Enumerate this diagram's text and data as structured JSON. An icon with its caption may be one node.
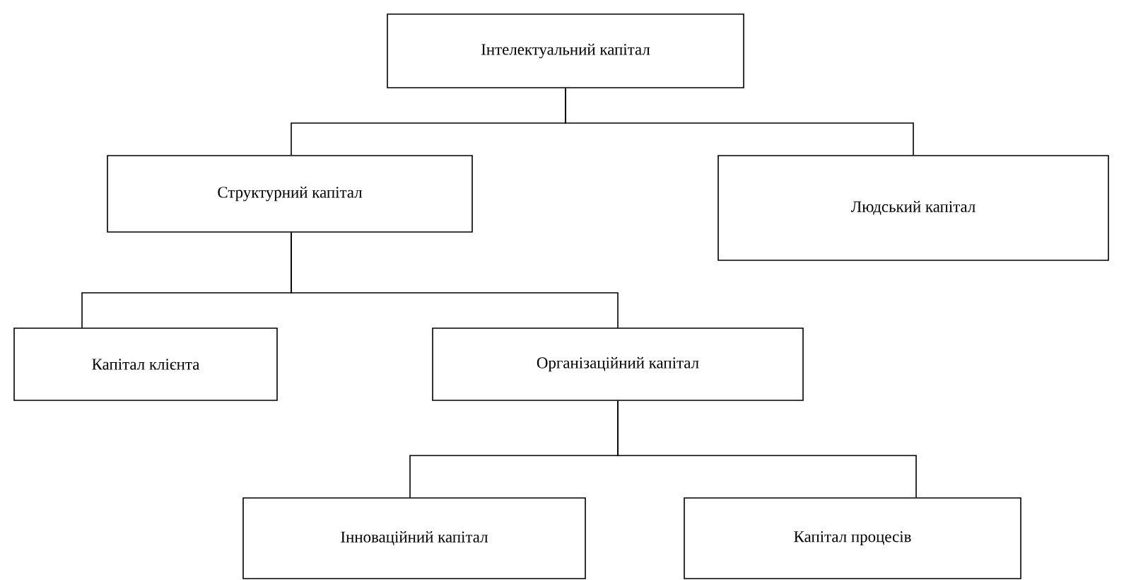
{
  "diagram": {
    "nodes": [
      {
        "text": [
          "Інтелектуальний капітал"
        ]
      },
      {
        "text": [
          "Структурний капітал"
        ]
      },
      {
        "text": [
          "Людський капітал"
        ]
      },
      {
        "text": [
          "Капітал клієнта"
        ]
      },
      {
        "text": [
          "Організаційний капітал"
        ]
      },
      {
        "text": [
          "Інноваційний капітал"
        ]
      },
      {
        "text": [
          "Капітал процесів"
        ]
      }
    ],
    "edges": [
      {
        "from": 0,
        "to": 1,
        "arrow": "none"
      },
      {
        "from": 0,
        "to": 2,
        "arrow": "none"
      },
      {
        "from": 1,
        "to": 3,
        "arrow": "none"
      },
      {
        "from": 1,
        "to": 4,
        "arrow": "none"
      },
      {
        "from": 4,
        "to": 5,
        "arrow": "none"
      },
      {
        "from": 4,
        "to": 6,
        "arrow": "none"
      }
    ]
  }
}
